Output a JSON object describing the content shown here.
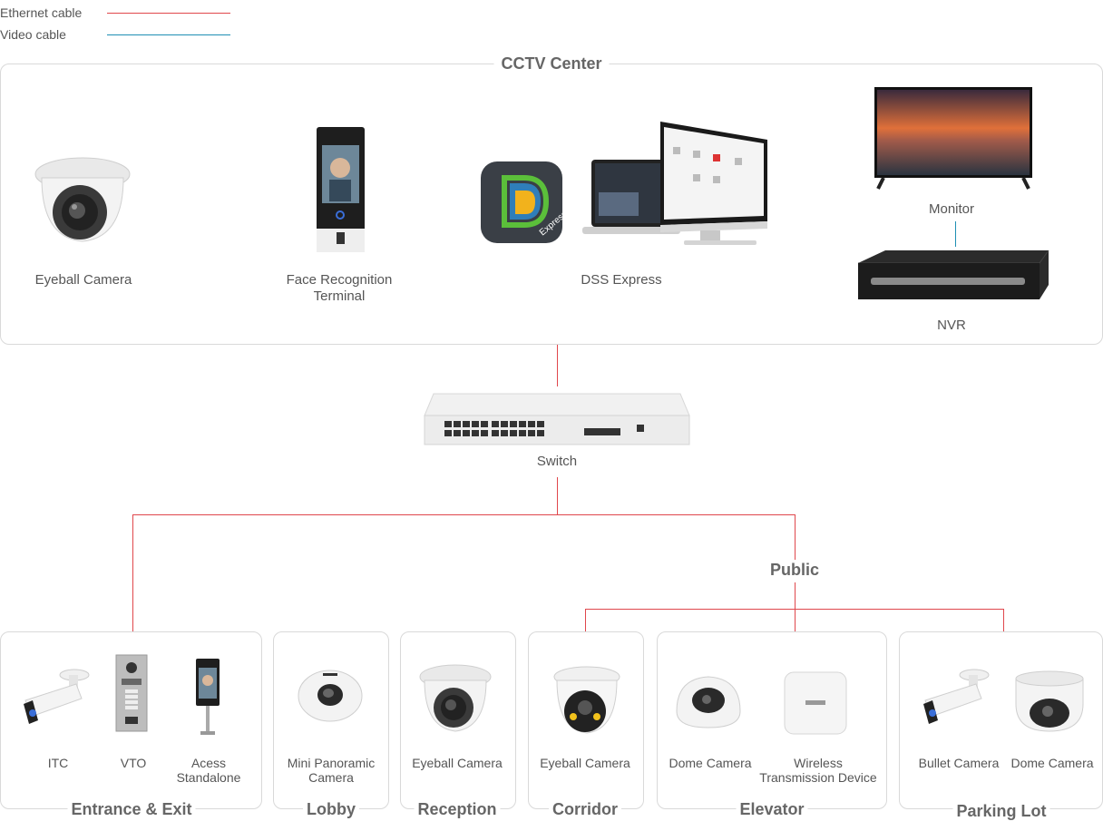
{
  "legend": {
    "ethernet": {
      "label": "Ethernet cable",
      "color": "#e0474c"
    },
    "video": {
      "label": "Video cable",
      "color": "#1f8fb4"
    }
  },
  "cctv_center": {
    "title": "CCTV Center",
    "devices": [
      {
        "id": "eyeball",
        "label": "Eyeball Camera",
        "icon": "eyeball-camera-icon"
      },
      {
        "id": "face",
        "label_lines": [
          "Face Recognition",
          "Terminal"
        ],
        "icon": "face-recognition-terminal-icon"
      },
      {
        "id": "dss",
        "label": "DSS Express",
        "icon": "dss-express-icon",
        "logo_text": "Express"
      },
      {
        "id": "monitor",
        "label": "Monitor",
        "icon": "monitor-icon"
      },
      {
        "id": "nvr",
        "label": "NVR",
        "icon": "nvr-icon"
      }
    ]
  },
  "switch": {
    "label": "Switch",
    "icon": "network-switch-icon"
  },
  "public_label": "Public",
  "groups": [
    {
      "title": "Entrance & Exit",
      "devices": [
        {
          "label_lines": [
            "ITC"
          ],
          "icon": "itc-camera-icon"
        },
        {
          "label_lines": [
            "VTO"
          ],
          "icon": "vto-intercom-icon"
        },
        {
          "label_lines": [
            "Acess",
            "Standalone"
          ],
          "icon": "access-standalone-icon"
        }
      ]
    },
    {
      "title": "Lobby",
      "devices": [
        {
          "label_lines": [
            "Mini Panoramic",
            "Camera"
          ],
          "icon": "fisheye-camera-icon"
        }
      ]
    },
    {
      "title": "Reception",
      "devices": [
        {
          "label_lines": [
            "Eyeball Camera"
          ],
          "icon": "eyeball-camera-icon"
        }
      ]
    },
    {
      "title": "Corridor",
      "devices": [
        {
          "label_lines": [
            "Eyeball Camera"
          ],
          "icon": "eyeball-camera-icon"
        }
      ]
    },
    {
      "title": "Elevator",
      "devices": [
        {
          "label_lines": [
            "Dome Camera"
          ],
          "icon": "dome-camera-icon"
        },
        {
          "label_lines": [
            "Wireless",
            "Transmission Device"
          ],
          "icon": "wireless-transmitter-icon"
        }
      ]
    },
    {
      "title": "Parking Lot",
      "devices": [
        {
          "label_lines": [
            "Bullet Camera"
          ],
          "icon": "bullet-camera-icon"
        },
        {
          "label_lines": [
            "Dome Camera"
          ],
          "icon": "dome-camera-icon"
        }
      ]
    }
  ]
}
